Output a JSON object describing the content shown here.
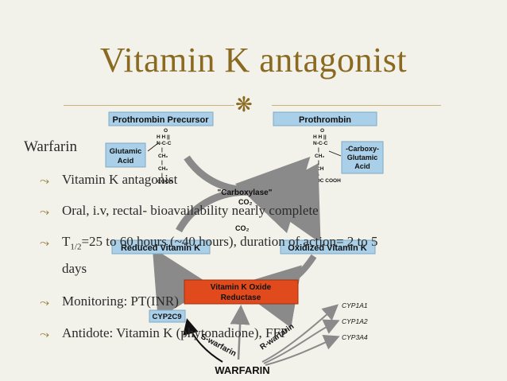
{
  "slide": {
    "title": "Vitamin K antagonist",
    "ornament_icon": "fleuron-icon"
  },
  "section_heading": "Warfarin",
  "bullets": [
    {
      "text": "Vitamin K antagonist"
    },
    {
      "text": "Oral, i.v, rectal- bioavailability nearly complete"
    },
    {
      "prefix": "T",
      "sub": "1/2",
      "suffix": "=25 to 60 hours (~40 hours), duration of action= 2 to 5",
      "continuation": "days"
    },
    {
      "text": "Monitoring: PT(INR)"
    },
    {
      "text": "Antidote: Vitamin K (phytonadione), FFP"
    }
  ],
  "bullet_icon": "curved-arrow-bullet-icon",
  "diagram": {
    "prothrombin_precursor": "Prothrombin Precursor",
    "prothrombin": "Prothrombin",
    "glutamic_acid": [
      "Glutamic",
      "Acid"
    ],
    "carboxy_glutamic_acid": [
      "-Carboxy-",
      "Glutamic",
      "Acid"
    ],
    "struct_left": [
      "O",
      "H H ||",
      "N-C-C",
      "|",
      "CH₂",
      "|",
      "CH₂",
      "|",
      "COOH"
    ],
    "struct_right": [
      "O",
      "H H ||",
      "N-C-C",
      "|",
      "CH₂",
      "|",
      "CH",
      "/\\",
      "HOOC COOH"
    ],
    "carboxylase": "\"Carboxylase\"",
    "co2_top": "CO₂",
    "co2_bottom": "CO₂",
    "reduced_vitamin_k": "Reduced Vitamin K",
    "oxidized_vitamin_k": "Oxidized Vitamin K",
    "vkor": [
      "Vitamin K Oxide",
      "Reductase"
    ],
    "cyp2c9": "CYP2C9",
    "cyp1a1": "CYP1A1",
    "cyp1a2": "CYP1A2",
    "cyp3a4": "CYP3A4",
    "s_warfarin": "S-warfarin",
    "r_warfarin": "R-warfarin",
    "warfarin": "WARFARIN"
  },
  "colors": {
    "background": "#f3f2ea",
    "title": "#8a6a20",
    "header_box": "#a9d0e8",
    "vkor_box": "#e04a1c",
    "arrow_gray": "#8a8a8a"
  }
}
